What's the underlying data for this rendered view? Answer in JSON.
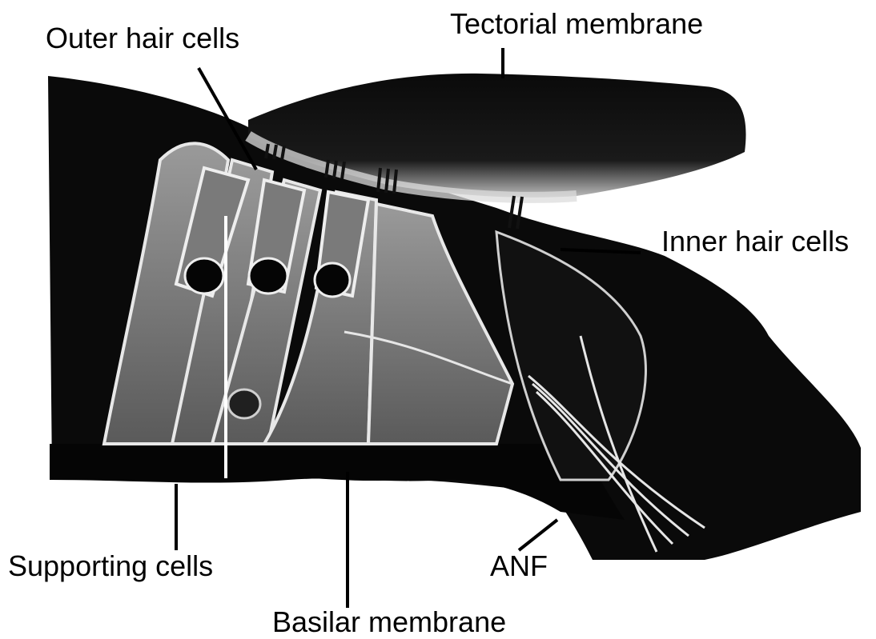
{
  "labels": {
    "outer_hair_cells": "Outer hair cells",
    "tectorial_membrane": "Tectorial membrane",
    "inner_hair_cells": "Inner hair cells",
    "supporting_cells": "Supporting cells",
    "anf": "ANF",
    "basilar_membrane": "Basilar membrane"
  },
  "colors": {
    "tissue": "#0a0a0a",
    "outline": "#e8e8e8",
    "cell_fill": "#8a8a8a",
    "background": "#ffffff"
  }
}
